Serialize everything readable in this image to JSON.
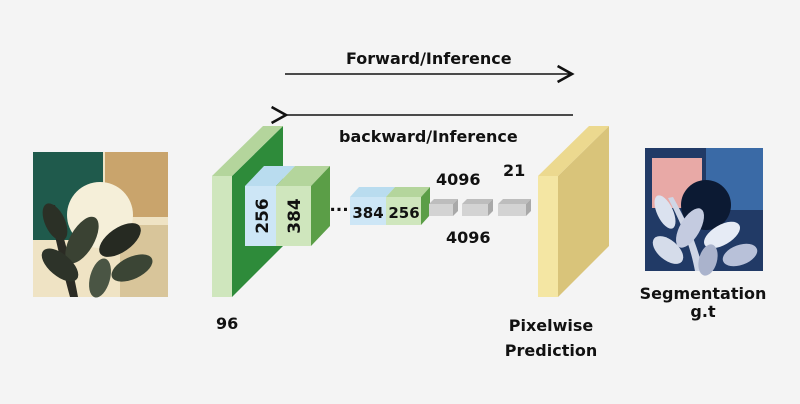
{
  "labels": {
    "forward": "Forward/Inference",
    "backward": "backward/Inference",
    "input_channels": "96",
    "conv_256_a": "256",
    "conv_384_a": "384",
    "conv_384_b": "384",
    "conv_256_b": "256",
    "ellipsis": "...",
    "fc_4096_top": "4096",
    "fc_4096_bottom": "4096",
    "fc_21": "21",
    "pixelwise_line1": "Pixelwise",
    "pixelwise_line2": "Prediction",
    "segmentation_line1": "Segmentation",
    "segmentation_line2": "g.t"
  },
  "colors": {
    "green_dark": "#2e8b3a",
    "green_light": "#cfe6bd",
    "blue_light": "#cde6f6",
    "yellow": "#f4e6a3",
    "yellow_side": "#d9c47a",
    "gray": "#d3d3d3"
  },
  "icons": {
    "input_image": "plant-illustration-image",
    "output_image": "segmentation-plant-image"
  }
}
